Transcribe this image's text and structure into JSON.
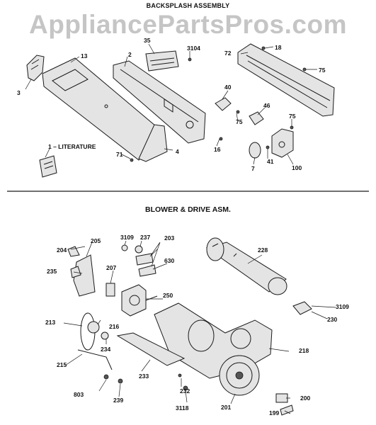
{
  "header": {
    "section1_title": "BACKSPLASH ASSEMBLY",
    "watermark": "AppliancePartsPros.com",
    "section2_title": "BLOWER & DRIVE ASM."
  },
  "callouts": {
    "c3": "3",
    "c13": "13",
    "c35": "35",
    "c2": "2",
    "c3104": "3104",
    "c72": "72",
    "c18": "18",
    "c75a": "75",
    "c40": "40",
    "c46": "46",
    "c75b": "75",
    "c75c": "75",
    "c16": "16",
    "c71": "71",
    "c4": "4",
    "c1": "1 – LITERATURE",
    "c7": "7",
    "c41": "41",
    "c100": "100",
    "c204": "204",
    "c205": "205",
    "c3109a": "3109",
    "c237": "237",
    "c203": "203",
    "c228": "228",
    "c630": "630",
    "c207": "207",
    "c235": "235",
    "c250": "250",
    "c3109b": "3109",
    "c230": "230",
    "c213": "213",
    "c216": "216",
    "c234": "234",
    "c218": "218",
    "c215": "215",
    "c233": "233",
    "c232": "232",
    "c803": "803",
    "c239": "239",
    "c3118": "3118",
    "c201": "201",
    "c200": "200",
    "c199": "199"
  }
}
